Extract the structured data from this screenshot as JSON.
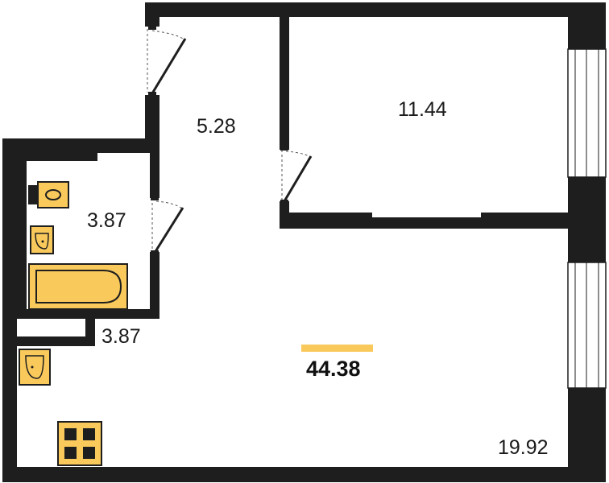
{
  "plan": {
    "total_area": "44.38",
    "accent_color": "#f9c95c",
    "wall_color": "#1e1e1e",
    "rooms": {
      "hallway": "5.28",
      "bedroom": "11.44",
      "bathroom": "3.87",
      "corridor_niche": "3.87",
      "living_kitchen": "19.92"
    }
  }
}
